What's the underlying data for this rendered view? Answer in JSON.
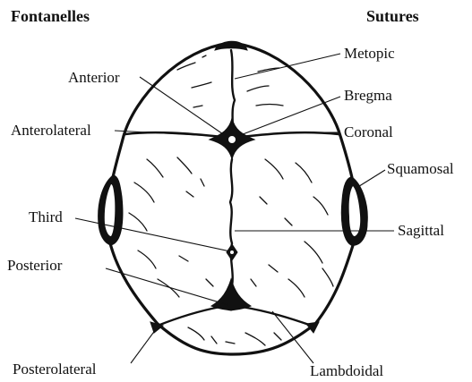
{
  "headers": {
    "left": "Fontanelles",
    "right": "Sutures"
  },
  "fontanelles": {
    "anterior": "Anterior",
    "anterolateral": "Anterolateral",
    "third": "Third",
    "posterior": "Posterior",
    "posterolateral": "Posterolateral"
  },
  "sutures": {
    "metopic": "Metopic",
    "bregma": "Bregma",
    "coronal": "Coronal",
    "squamosal": "Squamosal",
    "sagittal": "Sagittal",
    "lambdoidal": "Lambdoidal"
  }
}
